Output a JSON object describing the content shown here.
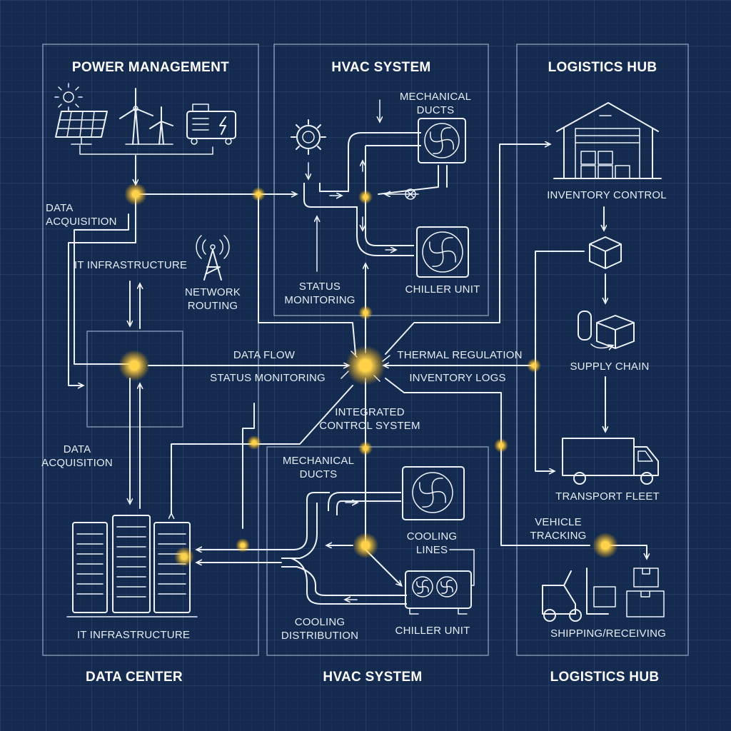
{
  "colors": {
    "background": "#142a4f",
    "line": "#eef3fb",
    "node_glow": "#ffd24a",
    "frame": "#b9c8de"
  },
  "panels": {
    "power_management": {
      "title": "POWER MANAGEMENT",
      "icons": [
        "solar-panel-icon",
        "wind-turbine-icon",
        "generator-icon"
      ]
    },
    "hvac_top": {
      "title": "HVAC SYSTEM",
      "labels": {
        "mechanical_ducts": "MECHANICAL\nDUCTS",
        "status_monitoring": "STATUS\nMONITORING",
        "chiller_unit": "CHILLER UNIT"
      }
    },
    "logistics_top": {
      "title": "LOGISTICS HUB",
      "labels": {
        "inventory_control": "INVENTORY CONTROL",
        "supply_chain": "SUPPLY CHAIN",
        "transport_fleet": "TRANSPORT FLEET",
        "vehicle_tracking": "VEHICLE\nTRACKING",
        "shipping_receiving": "SHIPPING/RECEIVING"
      }
    },
    "left": {
      "data_acquisition_top": "DATA\nACQUISITION",
      "it_infrastructure_top": "IT INFRASTRUCTURE",
      "network_routing": "NETWORK\nROUTING",
      "data_acquisition_bottom": "DATA\nACQUISITION",
      "it_infrastructure_bottom": "IT INFRASTRUCTURE"
    },
    "center": {
      "data_flow": "DATA FLOW",
      "status_monitoring": "STATUS MONITORING",
      "thermal_regulation": "THERMAL REGULATION",
      "inventory_logs": "INVENTORY LOGS",
      "integrated_control_system": "INTEGRATED\nCONTROL SYSTEM"
    },
    "hvac_bottom": {
      "mechanical_ducts": "MECHANICAL\nDUCTS",
      "cooling_lines": "COOLING\nLINES",
      "cooling_distribution": "COOLING\nDISTRIBUTION",
      "chiller_unit": "CHILLER UNIT"
    }
  },
  "footer": {
    "data_center": "DATA CENTER",
    "hvac_system": "HVAC SYSTEM",
    "logistics_hub": "LOGISTICS HUB"
  }
}
